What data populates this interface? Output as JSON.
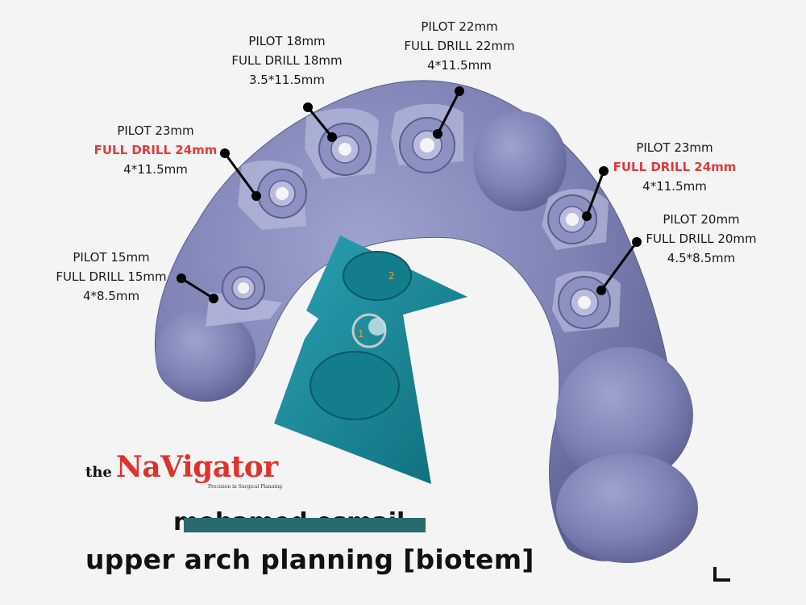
{
  "implants": [
    {
      "pilot": "PILOT 15mm",
      "full_drill": "FULL DRILL 15mm",
      "size": "4*8.5mm",
      "warning": false
    },
    {
      "pilot": "PILOT 23mm",
      "full_drill": "FULL DRILL 24mm",
      "size": "4*11.5mm",
      "warning": true
    },
    {
      "pilot": "PILOT 18mm",
      "full_drill": "FULL DRILL 18mm",
      "size": "3.5*11.5mm",
      "warning": false
    },
    {
      "pilot": "PILOT 22mm",
      "full_drill": "FULL DRILL 22mm",
      "size": "4*11.5mm",
      "warning": false
    },
    {
      "pilot": "PILOT 23mm",
      "full_drill": "FULL DRILL 24mm",
      "size": "4*11.5mm",
      "warning": true
    },
    {
      "pilot": "PILOT 20mm",
      "full_drill": "FULL DRILL 20mm",
      "size": "4.5*8.5mm",
      "warning": false
    }
  ],
  "inset_markers": [
    "1",
    "2"
  ],
  "brand": {
    "prefix": "the",
    "name": "NaVigator",
    "tagline": "Precision in Surgical Planning"
  },
  "title": {
    "struck_name": "mohamed esmail",
    "main": "upper arch planning [biotem]"
  },
  "side_marker": "L",
  "colors": {
    "model": "#7d82b4",
    "inset": "#1d8fa0",
    "brand": "#e0322d",
    "warning": "#e23b3b",
    "strike": "#2a6a6c"
  }
}
